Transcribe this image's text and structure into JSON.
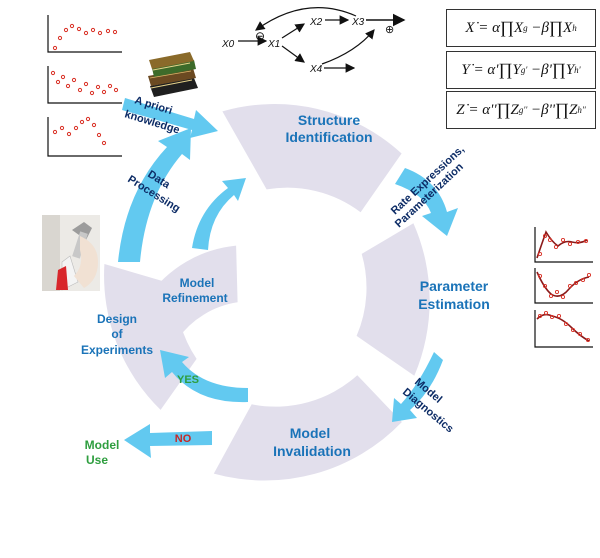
{
  "colors": {
    "segment": "#e2dfec",
    "arrow": "#62c9f0",
    "stage_text": "#1a73b8",
    "label_text": "#0d2c66",
    "yes": "#2e9e3f",
    "no": "#c62828",
    "model_use": "#2e9e3f",
    "data_marker": "#d93025"
  },
  "stages": {
    "structure_identification": [
      "Structure",
      "Identification"
    ],
    "parameter_estimation": [
      "Parameter",
      "Estimation"
    ],
    "model_invalidation": [
      "Model",
      "Invalidation"
    ],
    "design_of_experiments": [
      "Design",
      "of",
      "Experiments"
    ],
    "model_refinement": [
      "Model",
      "Refinement"
    ]
  },
  "transitions": {
    "a_priori_knowledge": [
      "A priori",
      "knowledge"
    ],
    "data_processing": [
      "Data",
      "Processing"
    ],
    "rate_expressions": [
      "Rate Expressions,",
      "Parameterization"
    ],
    "model_diagnostics": [
      "Model",
      "Diagnostics"
    ],
    "yes": "YES",
    "no": "NO",
    "model_use": [
      "Model",
      "Use"
    ]
  },
  "network": {
    "nodes": [
      "X0",
      "X1",
      "X2",
      "X3",
      "X4"
    ],
    "inhibit": "⊖",
    "activate": "⊕"
  },
  "equations": [
    {
      "lhs": "X",
      "c1": "α",
      "b1": "X",
      "e1": "g",
      "c2": "β",
      "b2": "X",
      "e2": "h"
    },
    {
      "lhs": "Y",
      "c1": "α'",
      "b1": "Y",
      "e1": "g'",
      "c2": "β'",
      "b2": "Y",
      "e2": "h'"
    },
    {
      "lhs": "Z",
      "c1": "α''",
      "b1": "Z",
      "e1": "g''",
      "c2": "β''",
      "b2": "Z",
      "e2": "h''"
    }
  ],
  "icons": [
    "scatter-plot-icon",
    "books-icon",
    "lab-pipette-photo",
    "fitted-curve-icon"
  ]
}
